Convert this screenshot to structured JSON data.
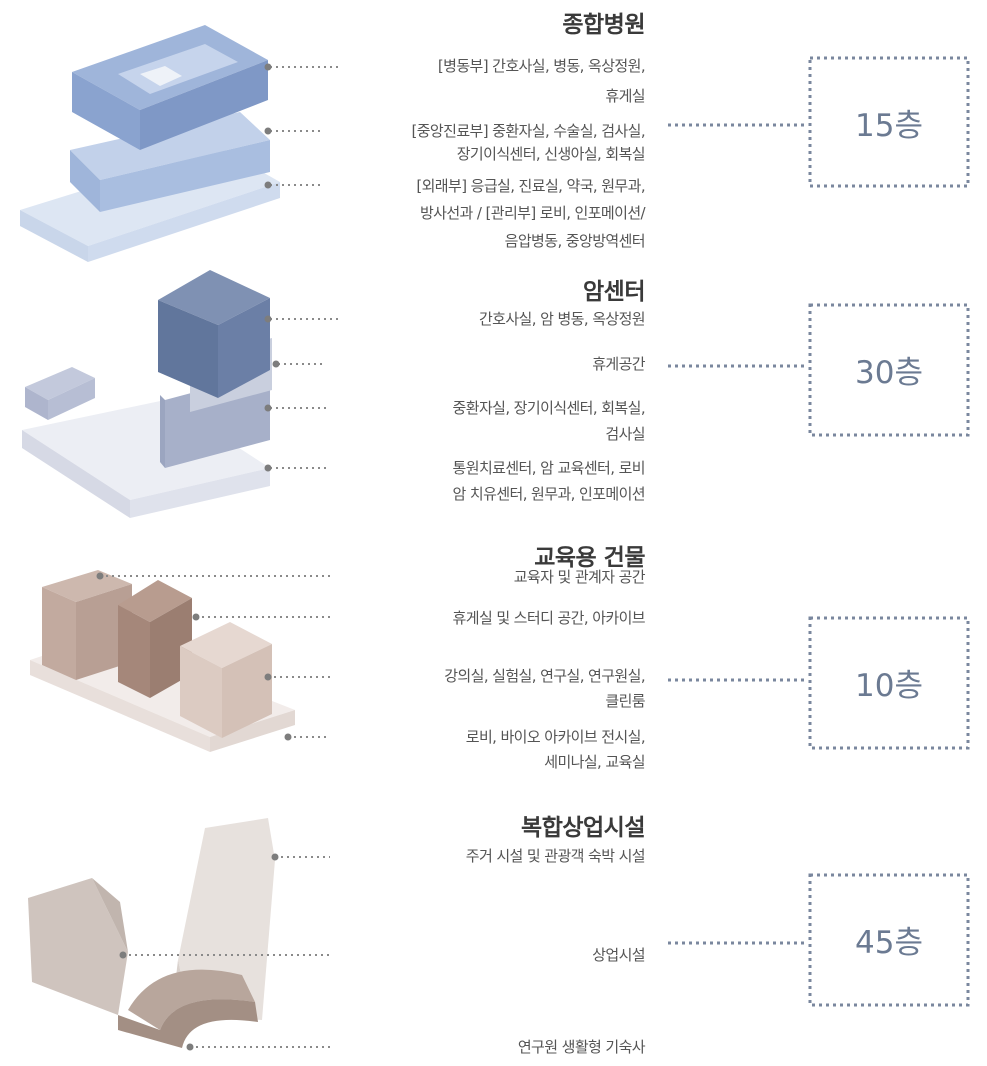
{
  "sections": [
    {
      "title": "종합병원",
      "floors": "15층",
      "items": [
        [
          "[병동부] 간호사실, 병동, 옥상정원,",
          "휴게실"
        ],
        [
          "[중앙진료부] 중환자실, 수술실, 검사실,",
          "장기이식센터, 신생아실, 회복실"
        ],
        [
          "[외래부] 응급실, 진료실, 약국, 원무과,",
          "방사선과 / [관리부] 로비, 인포메이션/",
          "음압병동, 중앙방역센터"
        ]
      ]
    },
    {
      "title": "암센터",
      "floors": "30층",
      "items": [
        [
          "간호사실, 암 병동, 옥상정원"
        ],
        [
          "휴게공간"
        ],
        [
          "중환자실, 장기이식센터, 회복실,",
          "검사실"
        ],
        [
          "통원치료센터, 암 교육센터, 로비",
          "암 치유센터, 원무과, 인포메이션"
        ]
      ]
    },
    {
      "title": "교육용 건물",
      "floors": "10층",
      "items": [
        [
          "교육자 및 관계자 공간"
        ],
        [
          "휴게실 및 스터디 공간, 아카이브"
        ],
        [
          "강의실, 실험실, 연구실, 연구원실,",
          "클린룸"
        ],
        [
          "로비, 바이오 아카이브 전시실,",
          "세미나실, 교육실"
        ]
      ]
    },
    {
      "title": "복합상업시설",
      "floors": "45층",
      "items": [
        [
          "주거 시설 및 관광객 숙박 시설"
        ],
        [
          "상업시설"
        ],
        [
          "연구원 생활형 기숙사"
        ]
      ]
    }
  ],
  "colors": {
    "hospital": "#8fa8cf",
    "cancer": "#6f85a8",
    "education": "#b59c90",
    "commercial": "#d9d0cb",
    "leader": "#8a8a8a",
    "floor_box": "#7a879e"
  }
}
